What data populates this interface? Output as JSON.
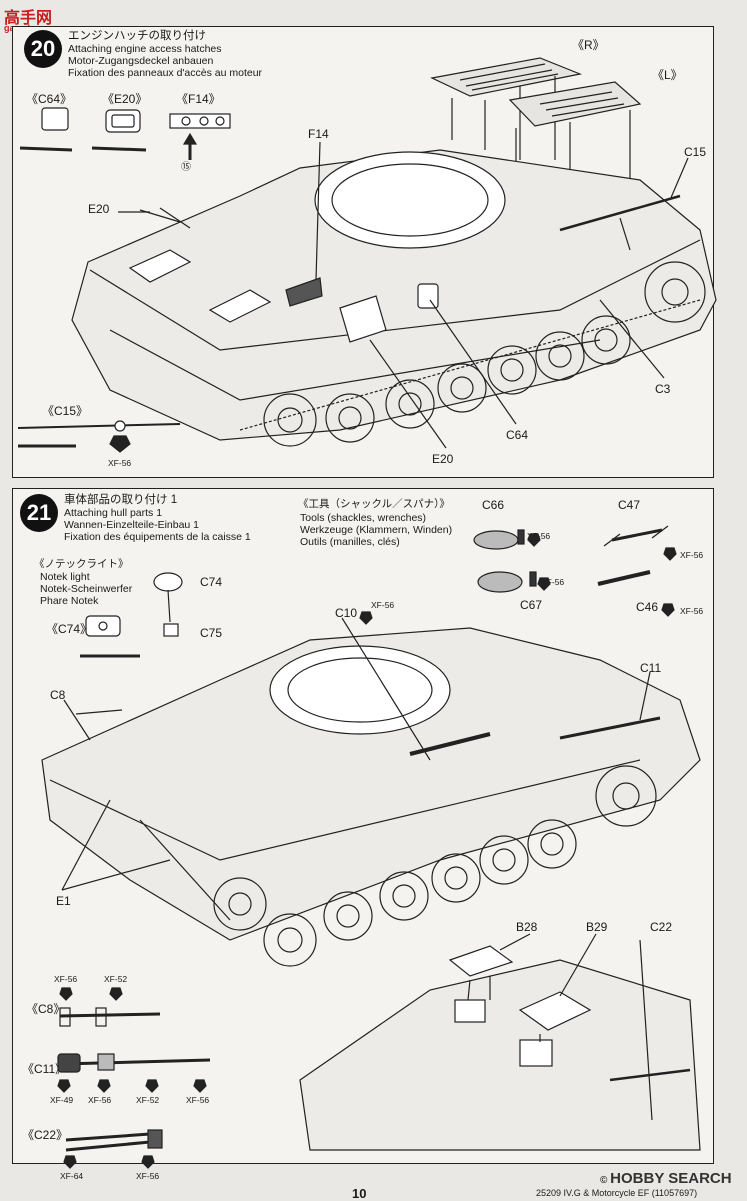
{
  "watermark_top": "gao.shou.com",
  "step20": {
    "number": "20",
    "title_ja": "エンジンハッチの取り付け",
    "title_en": "Attaching engine access hatches",
    "title_de": "Motor-Zugangsdeckel anbauen",
    "title_fr": "Fixation des panneaux d'accès au moteur",
    "parts_detail": [
      "《C64》",
      "《E20》",
      "《F14》",
      "《C15》"
    ],
    "arrow_ref": "⑮",
    "hatch_R": "《R》",
    "hatch_L": "《L》",
    "labels": [
      "F14",
      "C15",
      "E20",
      "C3",
      "C64",
      "E20"
    ],
    "paint": "XF-56"
  },
  "step21": {
    "number": "21",
    "title_ja": "車体部品の取り付け 1",
    "title_en": "Attaching hull parts 1",
    "title_de": "Wannen-Einzelteile-Einbau 1",
    "title_fr": "Fixation des équipements de la caisse 1",
    "notek_ja": "《ノテックライト》",
    "notek_en": "Notek light",
    "notek_de": "Notek-Scheinwerfer",
    "notek_fr": "Phare Notek",
    "tools_ja": "《工具（シャックル／スパナ）》",
    "tools_en": "Tools (shackles, wrenches)",
    "tools_de": "Werkzeuge (Klammern, Winden)",
    "tools_fr": "Outils (manilles, clés)",
    "labels": {
      "c74": "C74",
      "c75": "C75",
      "c74_detail": "《C74》",
      "c66": "C66",
      "c67": "C67",
      "c47": "C47",
      "c46": "C46",
      "c10": "C10",
      "c11": "C11",
      "c8": "C8",
      "e1": "E1",
      "b28": "B28",
      "b29": "B29",
      "c22": "C22",
      "c8_detail": "《C8》",
      "c11_detail": "《C11》",
      "c22_detail": "《C22》"
    },
    "paints": {
      "xf56": "XF-56",
      "xf52": "XF-52",
      "xf49": "XF-49",
      "xf64": "XF-64"
    }
  },
  "footer": {
    "page_number": "10",
    "code": "25209 IV.G & Motorcycle EF (11057697)",
    "watermark": "HOBBY SEARCH",
    "watermark_prefix": "© "
  },
  "colors": {
    "ink": "#1a1a1a",
    "paper": "#f4f3ef",
    "background": "#e9e8e4",
    "watermark": "#c81e1e"
  }
}
